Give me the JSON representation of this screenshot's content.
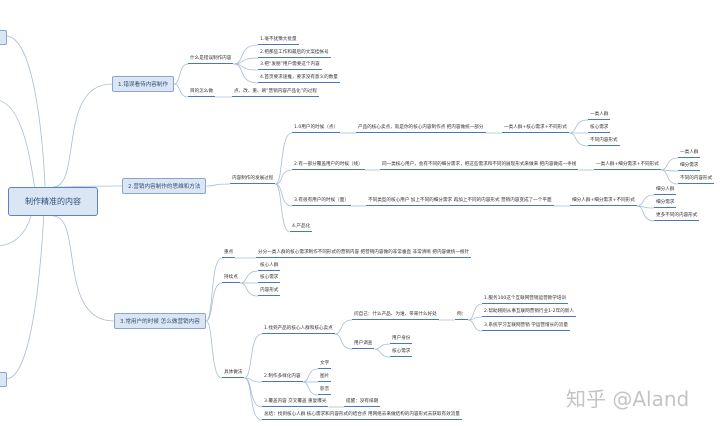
{
  "root": "制作精准的内容",
  "b1": {
    "label": "1.错误看待内容制作",
    "what": "什么是错误制作内容",
    "w1": "1.毫不犹豫大批量",
    "w2": "2.把那些工作和最后的文案挂帐号",
    "w3": "3.把“发朋”用户需要这个内容",
    "w4": "4.首页要求速推，要求没有意义的数量",
    "how": "目的怎么做",
    "how1": "点、改、重、刷“营销内容产品化”的过程"
  },
  "b2": {
    "label": "2.营销内容制作的思维和方法",
    "proc": "内容制作的发展过程",
    "p1": "1.0用户的时候（点）",
    "p1a": "产品的核心卖点，就是你的核心内容制作点 把内容做统一部分",
    "p1b": "一类人群+核心需求+不同形式",
    "p1c": [
      "一类人群",
      "核心需求",
      "不同内容形式"
    ],
    "p2": "2.有一部分覆盖用户的时候（线）",
    "p2a": "同一类核心用户，会有不同的细分需求，把这些需求和不同的展现形式来做来 把内容做成一条线",
    "p2b": "一类人群+细分需求+不同形式",
    "p2c": [
      "一类人群",
      "细分需求",
      "不同的内容形式"
    ],
    "p3": "3.有很有用户的时候（面）",
    "p3a": "不同类型的核心用户 加上不同的细分需求 再加上不同的内容形式 营销内容变成了一个平面",
    "p3b": "细分人群+细分需求+不同形式",
    "p3c": [
      "细分人群",
      "细分需求",
      "更多不同的内容形式"
    ],
    "p4": "4.产品化"
  },
  "b3": {
    "label": "3.常用户的时候 怎么做营销内容",
    "key": "重点",
    "key1": "分分一类人群的核心需求制作不同形式的营销内容 把营销内容做的非常垂直 非常清晰 把内容做统一根针",
    "cont": "持续点",
    "contc": [
      "核心人群",
      "核心需求",
      "内容形式"
    ],
    "do": "具体做法",
    "d1": "1.找到产品的核心人群和核心卖点",
    "ask": "问自己：什么产品、为谁、带来什么好处",
    "eg": "例：",
    "egc": [
      "1.服务100这个互联网营销运营教学培训",
      "2.帮助刚刚从事互联网营销行业1-2年的新人",
      "3.系统学习互联网营销 学运营增长的流量"
    ],
    "survey": "用户调查",
    "surveyc": [
      "用户身份",
      "核心需求"
    ],
    "d2": "2.制作多样化内容",
    "d2c": [
      "文字",
      "图片",
      "影音"
    ],
    "d3": "3.覆盖内容 交叉覆盖 重复曝光",
    "d3a": "提醒：没有排期",
    "sum": "总结：找到核心人群 核心需求和内容形式的结合点 用网络去来做结构的内容形式去获取有效流量"
  },
  "watermark": "知乎 @Aland"
}
